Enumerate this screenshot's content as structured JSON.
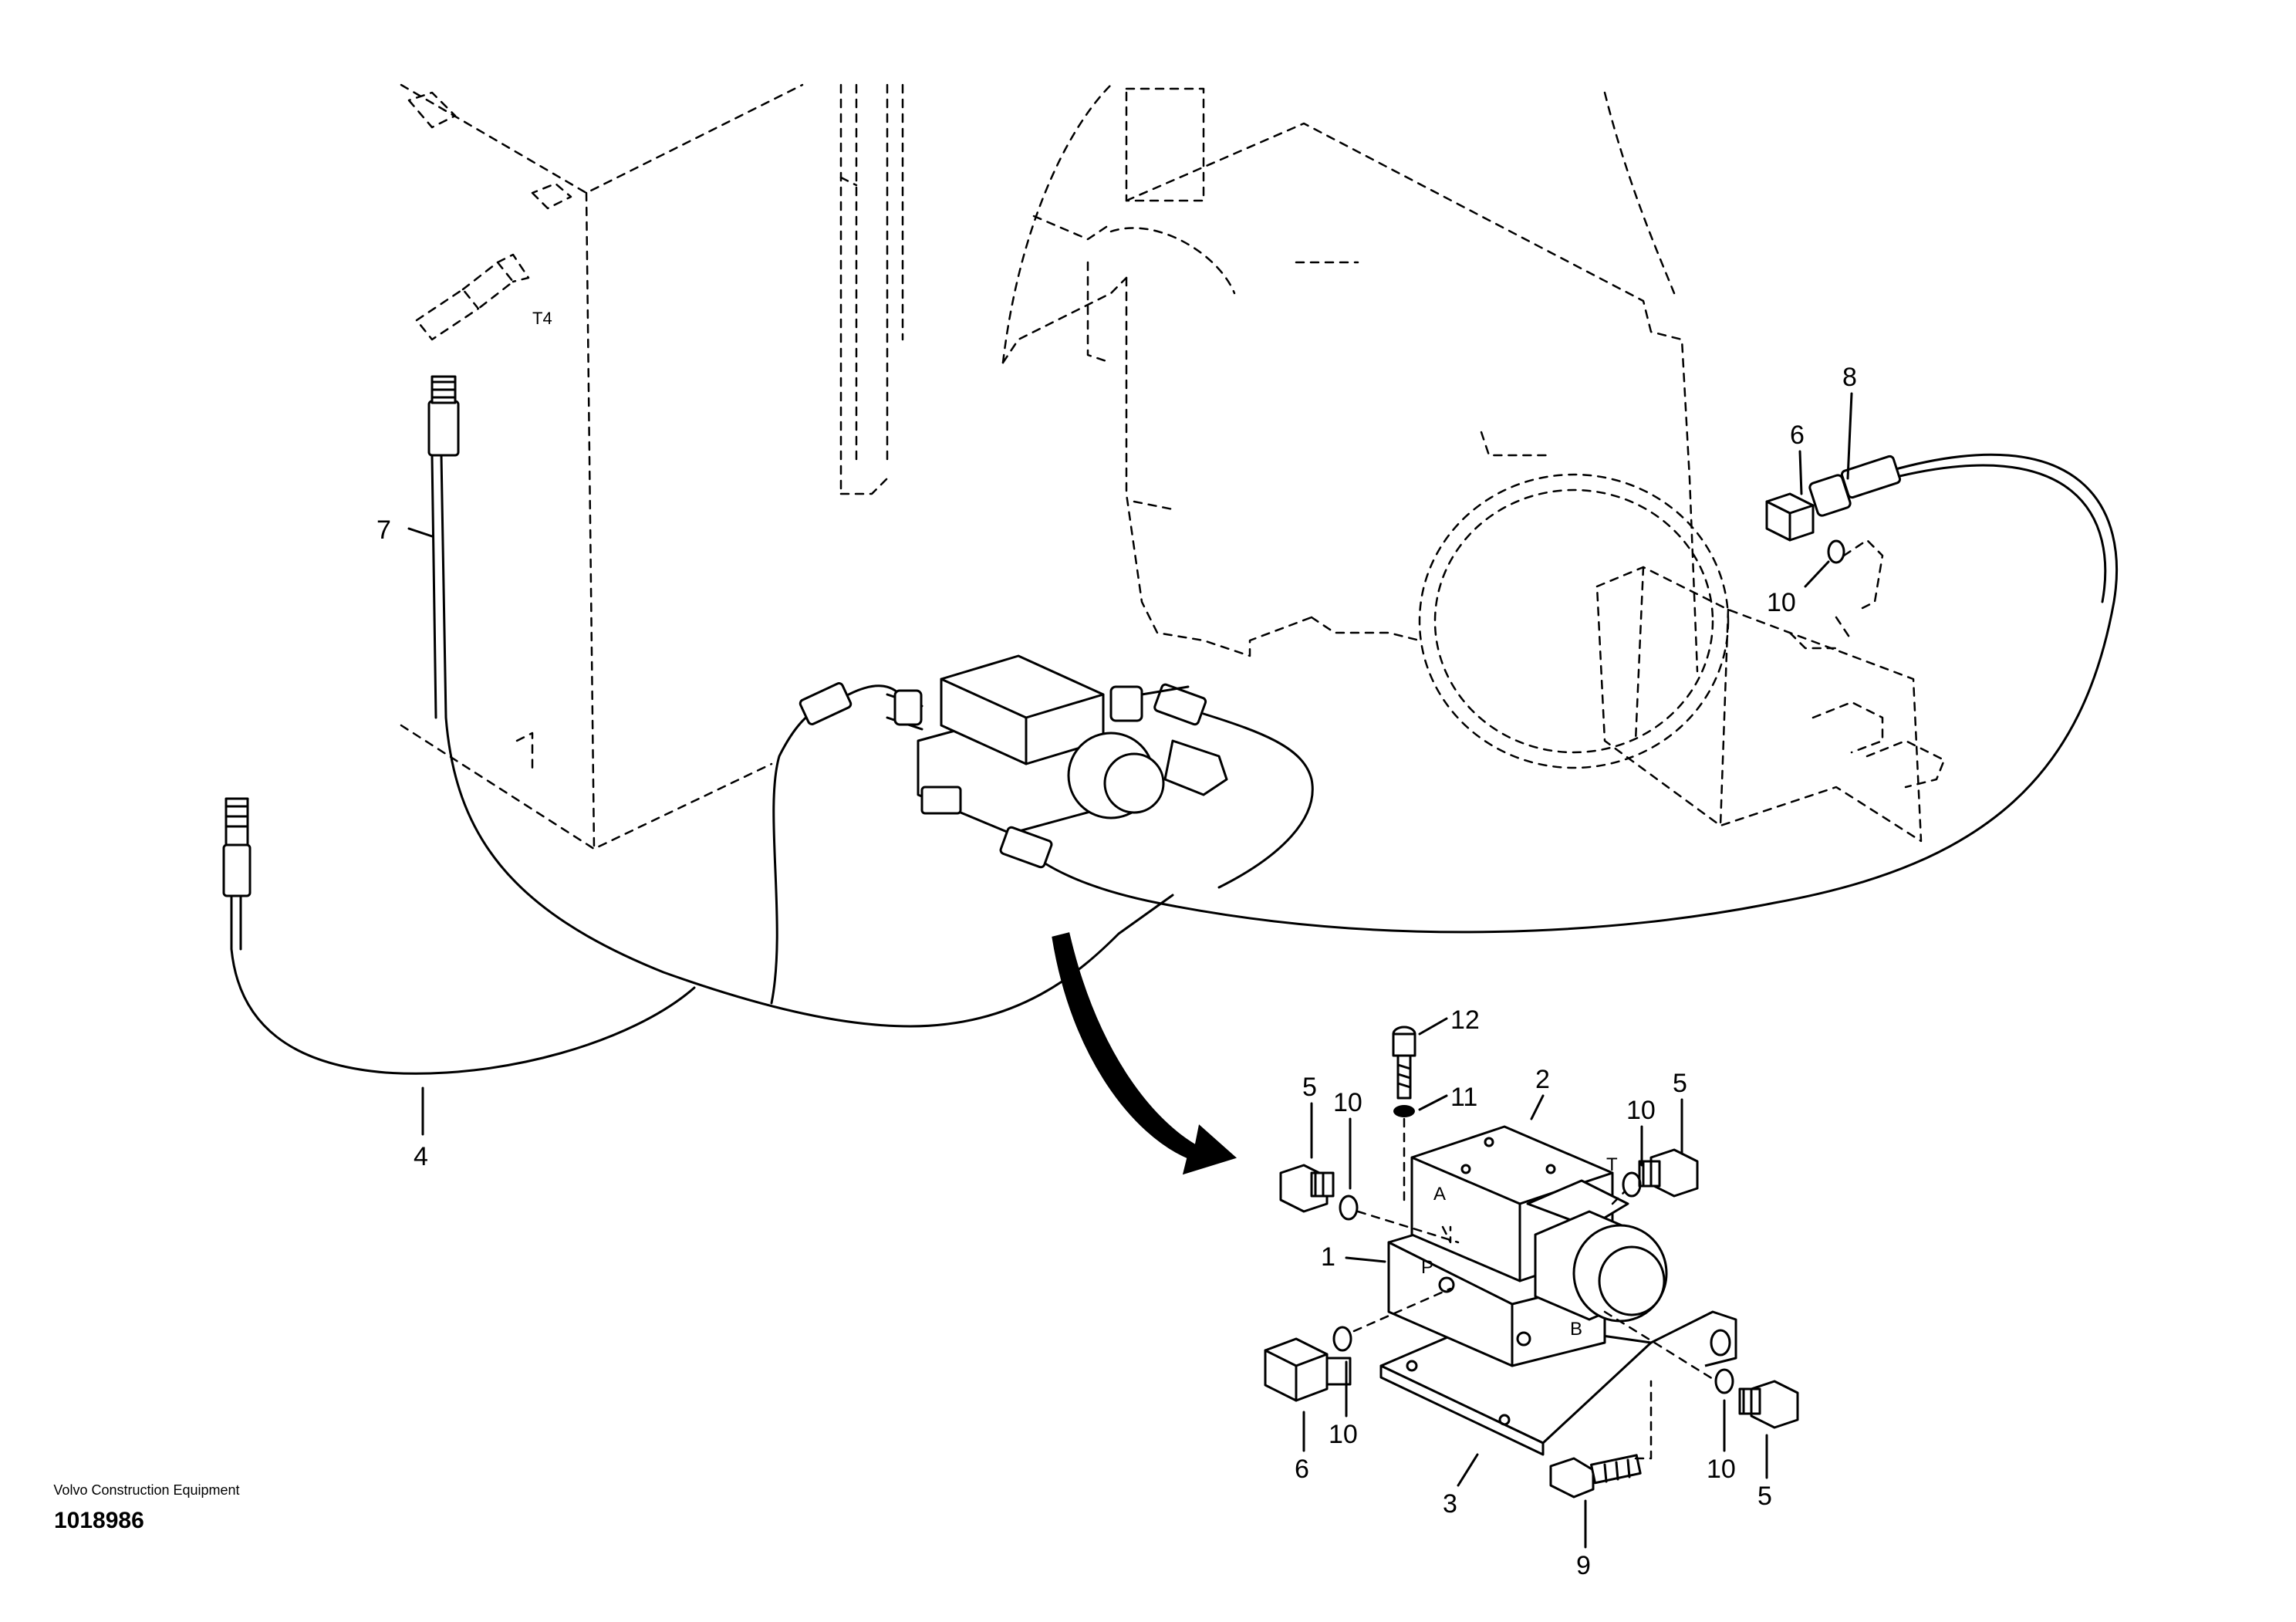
{
  "callouts": [
    "12",
    "11",
    "2",
    "5",
    "10",
    "10",
    "5",
    "1",
    "10",
    "6",
    "3",
    "10",
    "5",
    "9",
    "8",
    "6",
    "10",
    "7",
    "4"
  ],
  "port_labels": [
    "A",
    "P",
    "T",
    "B"
  ],
  "tags": [
    "T4"
  ],
  "footer": {
    "manufacturer": "Volvo Construction Equipment",
    "document_number": "1018986"
  }
}
